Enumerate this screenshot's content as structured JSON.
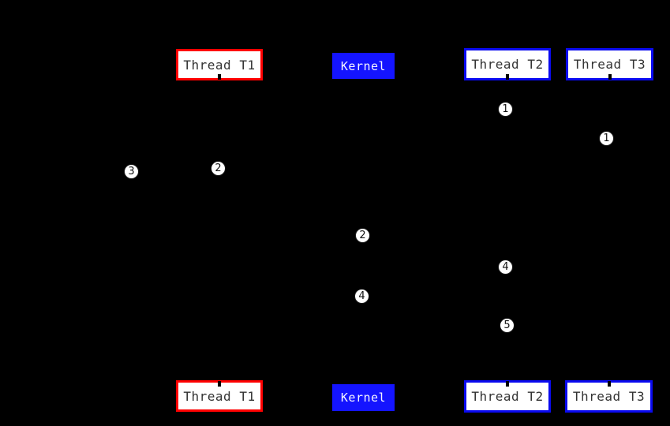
{
  "diagram": {
    "top_row": {
      "thread_t1": "Thread T1",
      "kernel": "Kernel",
      "thread_t2": "Thread T2",
      "thread_t3": "Thread T3"
    },
    "bottom_row": {
      "thread_t1": "Thread T1",
      "kernel": "Kernel",
      "thread_t2": "Thread T2",
      "thread_t3": "Thread T3"
    },
    "markers": [
      "1",
      "1",
      "3",
      "2",
      "2",
      "4",
      "4",
      "5"
    ],
    "colors": {
      "background": "#000000",
      "thread_t1_border": "#ff0000",
      "thread_t2_t3_border": "#0a0af0",
      "kernel_fill": "#1414ff",
      "node_fill": "#ffffff",
      "node_text": "#333333",
      "kernel_text": "#f5f5ff",
      "marker_fill": "#ffffff",
      "marker_text": "#111111"
    }
  }
}
